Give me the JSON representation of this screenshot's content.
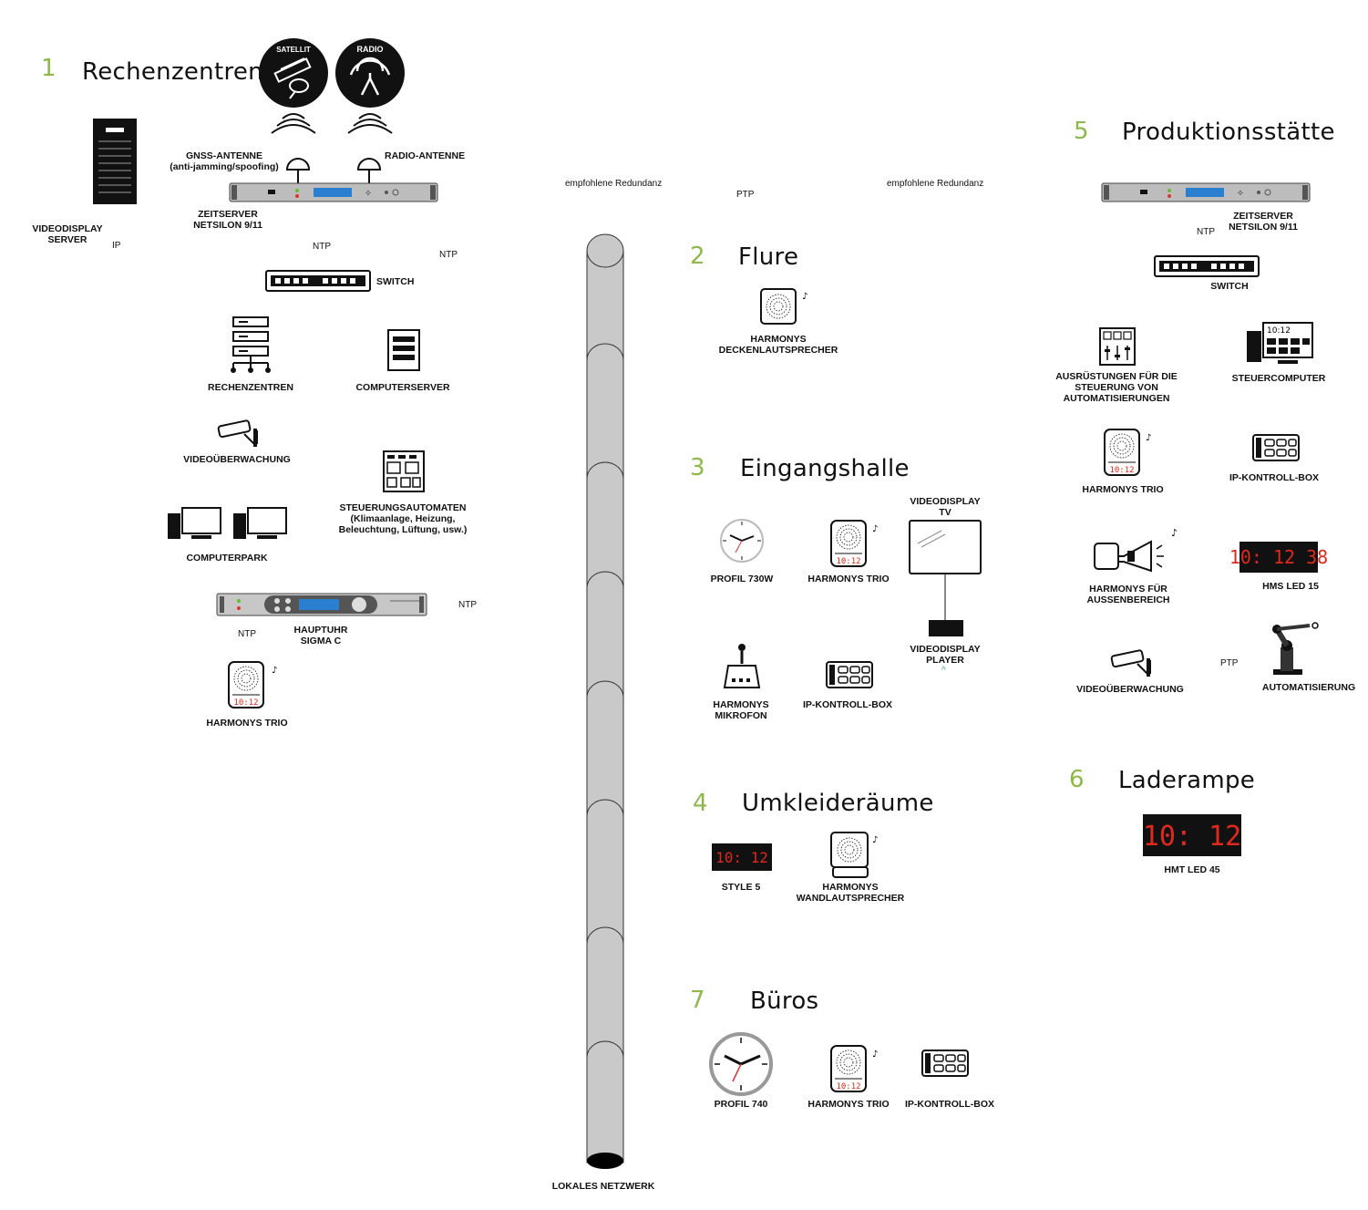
{
  "sections": {
    "s1": {
      "num": "1",
      "title": "Rechenzentren"
    },
    "s2": {
      "num": "2",
      "title": "Flure"
    },
    "s3": {
      "num": "3",
      "title": "Eingangshalle"
    },
    "s4": {
      "num": "4",
      "title": "Umkleideräume"
    },
    "s5": {
      "num": "5",
      "title": "Produktionsstätte"
    },
    "s6": {
      "num": "6",
      "title": "Laderampe"
    },
    "s7": {
      "num": "7",
      "title": "Büros"
    }
  },
  "badges": {
    "satellite": "SATELLIT",
    "radio": "RADIO"
  },
  "s1_labels": {
    "videodisplay_server": "VIDEODISPLAY\nSERVER",
    "gnss": "GNSS-ANTENNE\n(anti-jamming/spoofing)",
    "radio_antenna": "RADIO-ANTENNE",
    "zeitserver": "ZEITSERVER\nNETSILON 9/11",
    "switch": "SWITCH",
    "rechenzentren": "RECHENZENTREN",
    "computerserver": "COMPUTERSERVER",
    "videoueberwachung": "VIDEOÜBERWACHUNG",
    "steuerungsautomaten": "STEUERUNGSAUTOMATEN\n(Klimaanlage, Heizung,\nBeleuchtung, Lüftung, usw.)",
    "computerpark": "COMPUTERPARK",
    "hauptuhr": "HAUPTUHR\nSIGMA C",
    "harmonys_trio": "HARMONYS TRIO"
  },
  "links": {
    "ip": "IP",
    "ntp1": "NTP",
    "ntp2": "NTP",
    "ntp3": "NTP",
    "ntp4": "NTP",
    "ntp5": "NTP",
    "ptp1": "PTP",
    "ptp2": "PTP",
    "redundanz1": "empfohlene Redundanz",
    "redundanz2": "empfohlene Redundanz"
  },
  "network": {
    "label": "LOKALES NETZWERK"
  },
  "s2_labels": {
    "decken": "HARMONYS\nDECKENLAUTSPRECHER"
  },
  "s3_labels": {
    "profil730": "PROFIL 730W",
    "trio": "HARMONYS TRIO",
    "tv": "VIDEODISPLAY\nTV",
    "player": "VIDEODISPLAY\nPLAYER",
    "mikrofon": "HARMONYS\nMIKROFON",
    "ipbox": "IP-KONTROLL-BOX"
  },
  "s4_labels": {
    "style5": "STYLE 5",
    "wand": "HARMONYS\nWANDLAUTSPRECHER"
  },
  "s5_labels": {
    "zeitserver": "ZEITSERVER\nNETSILON 9/11",
    "switch": "SWITCH",
    "ausruestung": "AUSRÜSTUNGEN FÜR DIE\nSTEUERUNG VON\nAUTOMATISIERUNGEN",
    "steuercomputer": "STEUERCOMPUTER",
    "trio": "HARMONYS TRIO",
    "ipbox": "IP-KONTROLL-BOX",
    "aussen": "HARMONYS FÜR\nAUSSENBEREICH",
    "hmsled": "HMS LED 15",
    "video": "VIDEOÜBERWACHUNG",
    "automatisierung": "AUTOMATISIERUNG"
  },
  "s6_labels": {
    "hmtled": "HMT LED 45"
  },
  "s7_labels": {
    "profil740": "PROFIL 740",
    "trio": "HARMONYS TRIO",
    "ipbox": "IP-KONTROLL-BOX"
  },
  "displays": {
    "trio_time": "10:12",
    "steuer_time": "10:12",
    "style5_time": "10: 12",
    "hms_time": "10: 12  38",
    "hmt_time": "10: 12"
  },
  "colors": {
    "accent_green": "#8db84a",
    "led_red": "#e0291d",
    "pipe_gray": "#c9c9c9",
    "screen_blue": "#2a7fd0"
  }
}
